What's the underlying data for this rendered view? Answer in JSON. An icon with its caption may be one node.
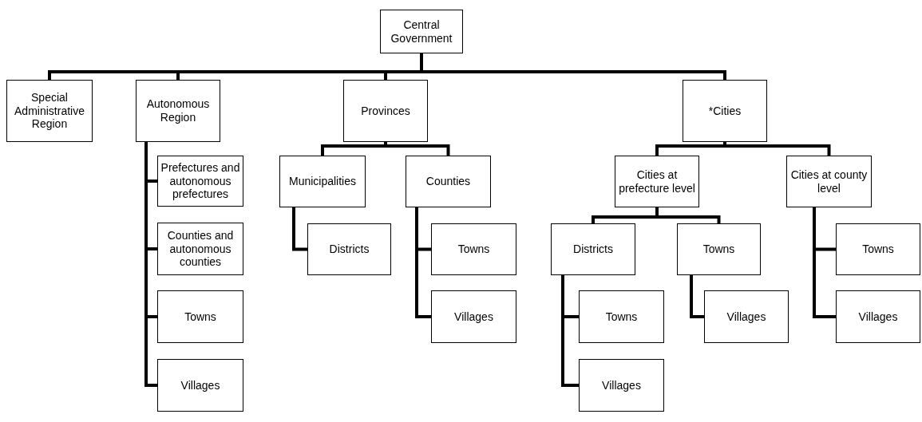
{
  "diagram": {
    "nodes": [
      {
        "text": [
          "Central Government"
        ]
      },
      {
        "text": [
          "Special Administrative Region"
        ]
      },
      {
        "text": [
          "Autonomous Region"
        ]
      },
      {
        "text": [
          "Provinces"
        ]
      },
      {
        "text": [
          "*Cities"
        ]
      },
      {
        "text": [
          "Prefectures and autonomous prefectures"
        ]
      },
      {
        "text": [
          "Counties and autonomous counties"
        ]
      },
      {
        "text": [
          "Towns"
        ]
      },
      {
        "text": [
          "Villages"
        ]
      },
      {
        "text": [
          "Municipalities"
        ]
      },
      {
        "text": [
          "Counties"
        ]
      },
      {
        "text": [
          "Districts"
        ]
      },
      {
        "text": [
          "Towns"
        ]
      },
      {
        "text": [
          "Villages"
        ]
      },
      {
        "text": [
          "Cities at prefecture level"
        ]
      },
      {
        "text": [
          "Cities at county level"
        ]
      },
      {
        "text": [
          "Districts"
        ]
      },
      {
        "text": [
          "Towns"
        ]
      },
      {
        "text": [
          "Towns"
        ]
      },
      {
        "text": [
          "Villages"
        ]
      },
      {
        "text": [
          "Villages"
        ]
      },
      {
        "text": [
          "Towns"
        ]
      },
      {
        "text": [
          "Villages"
        ]
      }
    ],
    "edges": [
      {
        "from": 0,
        "to": 1,
        "arrow": "none"
      },
      {
        "from": 0,
        "to": 2,
        "arrow": "none"
      },
      {
        "from": 0,
        "to": 3,
        "arrow": "none"
      },
      {
        "from": 0,
        "to": 4,
        "arrow": "none"
      },
      {
        "from": 2,
        "to": 5,
        "arrow": "none"
      },
      {
        "from": 2,
        "to": 6,
        "arrow": "none"
      },
      {
        "from": 2,
        "to": 7,
        "arrow": "none"
      },
      {
        "from": 2,
        "to": 8,
        "arrow": "none"
      },
      {
        "from": 3,
        "to": 9,
        "arrow": "none"
      },
      {
        "from": 3,
        "to": 10,
        "arrow": "none"
      },
      {
        "from": 9,
        "to": 11,
        "arrow": "none"
      },
      {
        "from": 10,
        "to": 12,
        "arrow": "none"
      },
      {
        "from": 10,
        "to": 13,
        "arrow": "none"
      },
      {
        "from": 4,
        "to": 14,
        "arrow": "none"
      },
      {
        "from": 4,
        "to": 15,
        "arrow": "none"
      },
      {
        "from": 14,
        "to": 16,
        "arrow": "none"
      },
      {
        "from": 14,
        "to": 17,
        "arrow": "none"
      },
      {
        "from": 16,
        "to": 18,
        "arrow": "none"
      },
      {
        "from": 16,
        "to": 19,
        "arrow": "none"
      },
      {
        "from": 17,
        "to": 20,
        "arrow": "none"
      },
      {
        "from": 15,
        "to": 21,
        "arrow": "none"
      },
      {
        "from": 15,
        "to": 22,
        "arrow": "none"
      }
    ]
  }
}
